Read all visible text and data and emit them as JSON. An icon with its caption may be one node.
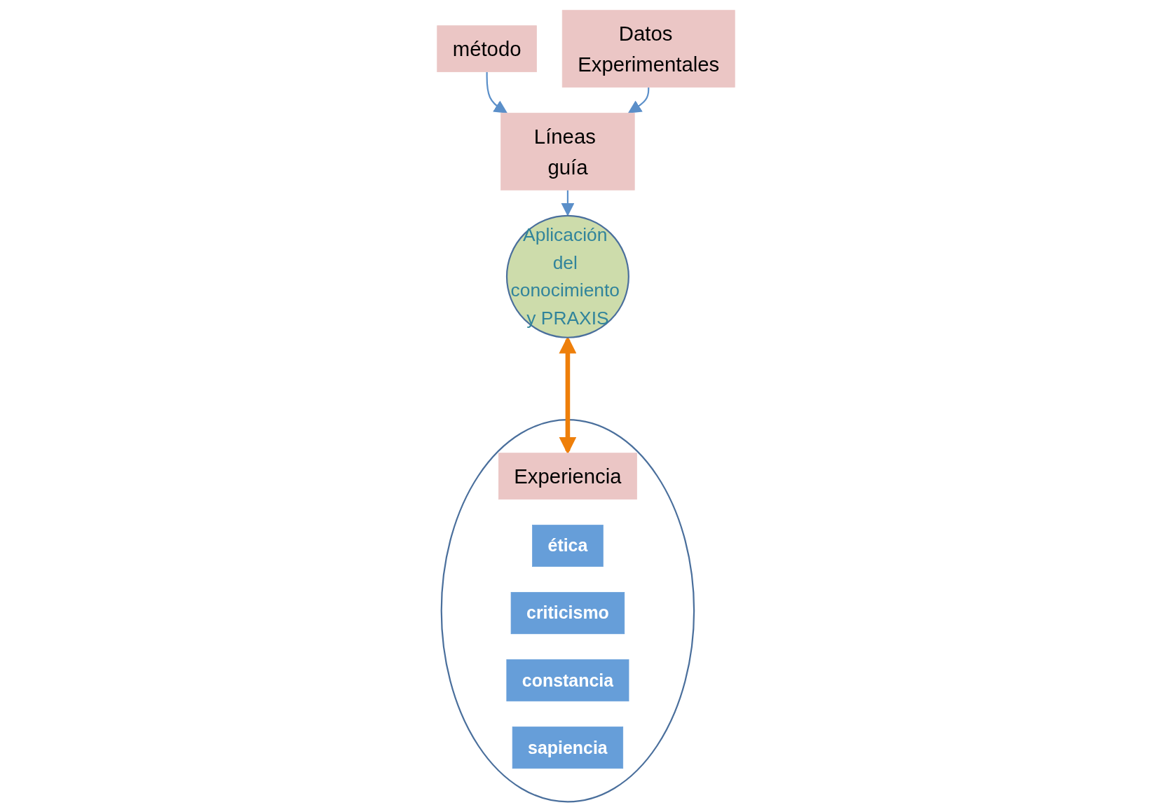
{
  "diagram": {
    "nodes": [
      {
        "text": [
          "método"
        ]
      },
      {
        "text": [
          "Datos Experimentales"
        ]
      },
      {
        "text": [
          "Líneas guía"
        ]
      },
      {
        "text": [
          "Aplicación del conocimiento y PRAXIS"
        ]
      },
      {
        "text": [],
        "shape": "circle"
      },
      {
        "text": [
          "Experiencia"
        ],
        "in": 4
      },
      {
        "text": [
          "ética"
        ],
        "in": 4
      },
      {
        "text": [
          "criticismo"
        ],
        "in": 4
      },
      {
        "text": [
          "constancia"
        ],
        "in": 4
      },
      {
        "text": [
          "sapiencia"
        ],
        "in": 4
      }
    ],
    "edges": [
      {
        "from": 0,
        "to": 2,
        "arrow": "to"
      },
      {
        "from": 1,
        "to": 2,
        "arrow": "to"
      },
      {
        "from": 2,
        "to": 3,
        "arrow": "to"
      },
      {
        "from": 3,
        "to": 5,
        "arrow": "both",
        "style": "thick",
        "color": "#ee7f0a"
      }
    ]
  }
}
